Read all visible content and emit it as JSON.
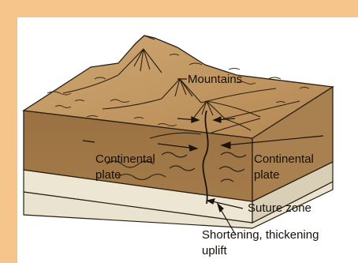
{
  "diagram": {
    "labels": {
      "mountains": "Mountains",
      "left_plate_line1": "Continental",
      "left_plate_line2": "plate",
      "right_plate_line1": "Continental",
      "right_plate_line2": "plate",
      "suture_zone": "Suture zone",
      "result_line1": "Shortening, thickening",
      "result_line2": "uplift"
    },
    "colors": {
      "frame_orange": "#f5c58c",
      "terrain_top": "#c49b62",
      "crust_side": "#a8814f",
      "crust_front": "#9b7444",
      "base_layer": "#ede6d3",
      "ink": "#1c130a"
    }
  }
}
